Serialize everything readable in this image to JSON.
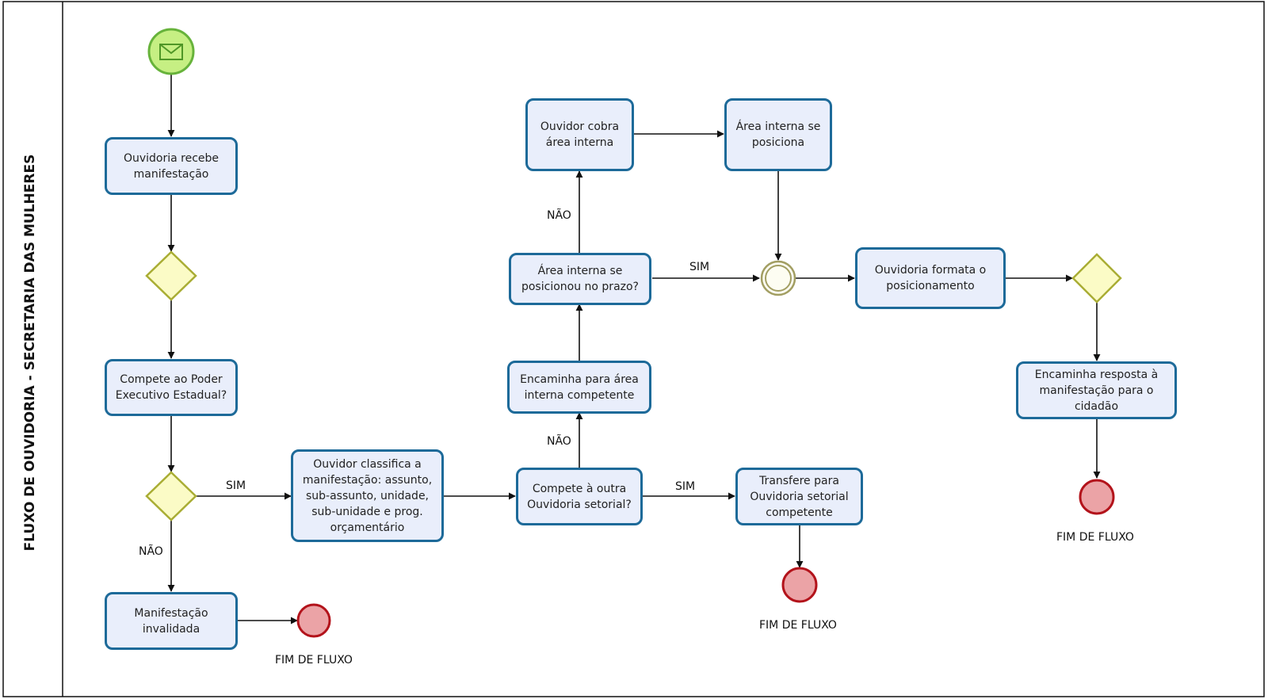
{
  "pool": {
    "title": "FLUXO DE OUVIDORIA - SECRETARIA DAS MULHERES"
  },
  "tasks": {
    "recebe": "Ouvidoria recebe\nmanifestação",
    "compete_poder": "Compete ao Poder\nExecutivo Estadual?",
    "invalidada": "Manifestação\ninvalidada",
    "classifica": "Ouvidor classifica a\nmanifestação: assunto,\nsub-assunto, unidade,\nsub-unidade e prog.\norçamentário",
    "compete_outra": "Compete à outra\nOuvidoria setorial?",
    "transfere": "Transfere para\nOuvidoria setorial\ncompetente",
    "encaminha_area": "Encaminha para área\ninterna competente",
    "posicionou": "Área interna se\nposicionou no prazo?",
    "cobra": "Ouvidor cobra\nárea interna",
    "se_posiciona": "Área interna se\nposiciona",
    "formata": "Ouvidoria formata o\nposicionamento",
    "encaminha_resposta": "Encaminha resposta à\nmanifestação para o\ncidadão"
  },
  "flow_labels": {
    "sim_classifica": "SIM",
    "nao_invalida": "NÃO",
    "sim_transfere": "SIM",
    "nao_encaminha": "NÃO",
    "nao_cobra": "NÃO",
    "sim_prazo": "SIM"
  },
  "end_labels": {
    "end_invalida": "FIM DE FLUXO",
    "end_transfere": "FIM DE FLUXO",
    "end_resposta": "FIM DE FLUXO"
  },
  "colors": {
    "task_fill": "#e9eefb",
    "task_border": "#1d6a99",
    "start_fill": "#c6ef83",
    "start_border": "#67b33b",
    "gateway_fill": "#fbfbc6",
    "gateway_border": "#a9ad34",
    "end_fill": "#eba3a6",
    "end_border": "#b3131b"
  }
}
